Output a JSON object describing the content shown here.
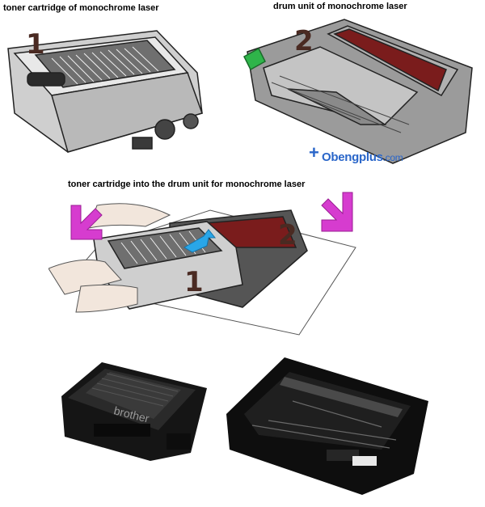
{
  "captions": {
    "toner": "toner cartridge of monochrome laser",
    "drum": "drum unit of monochrome laser",
    "combined": "toner cartridge into the drum unit for monochrome laser"
  },
  "labels": {
    "toner_number": "1",
    "drum_number": "2",
    "combo_toner_number": "1",
    "combo_drum_number": "2"
  },
  "watermark": {
    "plus": "+",
    "name": "Obengplus",
    "domain": ".com"
  },
  "photo": {
    "brand": "brother"
  },
  "colors": {
    "arrow_magenta": "#d63ccf",
    "arrow_cyan": "#29a6e8",
    "latch_green": "#2fb54a",
    "drum_roller": "#7a1c1c",
    "watermark_blue": "#2a66c9"
  }
}
